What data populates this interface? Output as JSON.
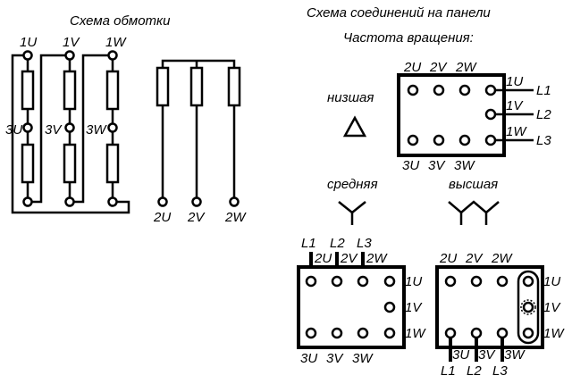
{
  "winding": {
    "title": "Схема обмотки",
    "top_labels": [
      "1U",
      "1V",
      "1W"
    ],
    "mid_labels": [
      "3U",
      "3V",
      "3W"
    ],
    "out_labels": [
      "2U",
      "2V",
      "2W"
    ]
  },
  "panel": {
    "title": "Схема соединений на панели",
    "subtitle": "Частота вращения:",
    "low": {
      "name": "низшая",
      "top_labels": [
        "2U",
        "2V",
        "2W"
      ],
      "right_labels": [
        "1U",
        "1V",
        "1W"
      ],
      "bottom_labels": [
        "3U",
        "3V",
        "3W"
      ],
      "line_labels": [
        "L1",
        "L2",
        "L3"
      ]
    },
    "mid": {
      "name": "средняя",
      "line_labels": [
        "L1",
        "L2",
        "L3"
      ],
      "top_labels": [
        "2U",
        "2V",
        "2W"
      ],
      "right_labels": [
        "1U",
        "1V",
        "1W"
      ],
      "bottom_labels": [
        "3U",
        "3V",
        "3W"
      ]
    },
    "high": {
      "name": "высшая",
      "top_labels": [
        "2U",
        "2V",
        "2W"
      ],
      "right_labels": [
        "1U",
        "1V",
        "1W"
      ],
      "bottom_labels": [
        "3U",
        "3V",
        "3W"
      ],
      "line_labels": [
        "L1",
        "L2",
        "L3"
      ]
    }
  }
}
